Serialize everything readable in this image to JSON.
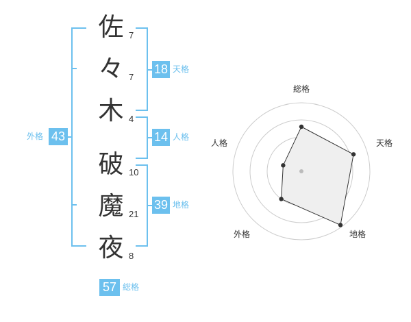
{
  "name": {
    "characters": [
      {
        "char": "佐",
        "strokes": "7"
      },
      {
        "char": "々",
        "strokes": "7"
      },
      {
        "char": "木",
        "strokes": "4"
      },
      {
        "char": "破",
        "strokes": "10"
      },
      {
        "char": "魔",
        "strokes": "21"
      },
      {
        "char": "夜",
        "strokes": "8"
      }
    ]
  },
  "fortune": {
    "tenkaku": {
      "label": "天格",
      "value": "18"
    },
    "jinkaku": {
      "label": "人格",
      "value": "14"
    },
    "chikaku": {
      "label": "地格",
      "value": "39"
    },
    "gaikaku": {
      "label": "外格",
      "value": "43"
    },
    "soukaku": {
      "label": "総格",
      "value": "57"
    }
  },
  "radar": {
    "axes": [
      "総格",
      "天格",
      "地格",
      "外格",
      "人格"
    ],
    "scores": [
      0.65,
      0.8,
      0.97,
      0.5,
      0.28
    ],
    "colors": {
      "fill": "#efefef",
      "stroke": "#333333",
      "grid": "#cccccc",
      "point": "#333333",
      "center": "#bbbbbb"
    }
  },
  "theme": {
    "accent": "#6cc0ee"
  }
}
